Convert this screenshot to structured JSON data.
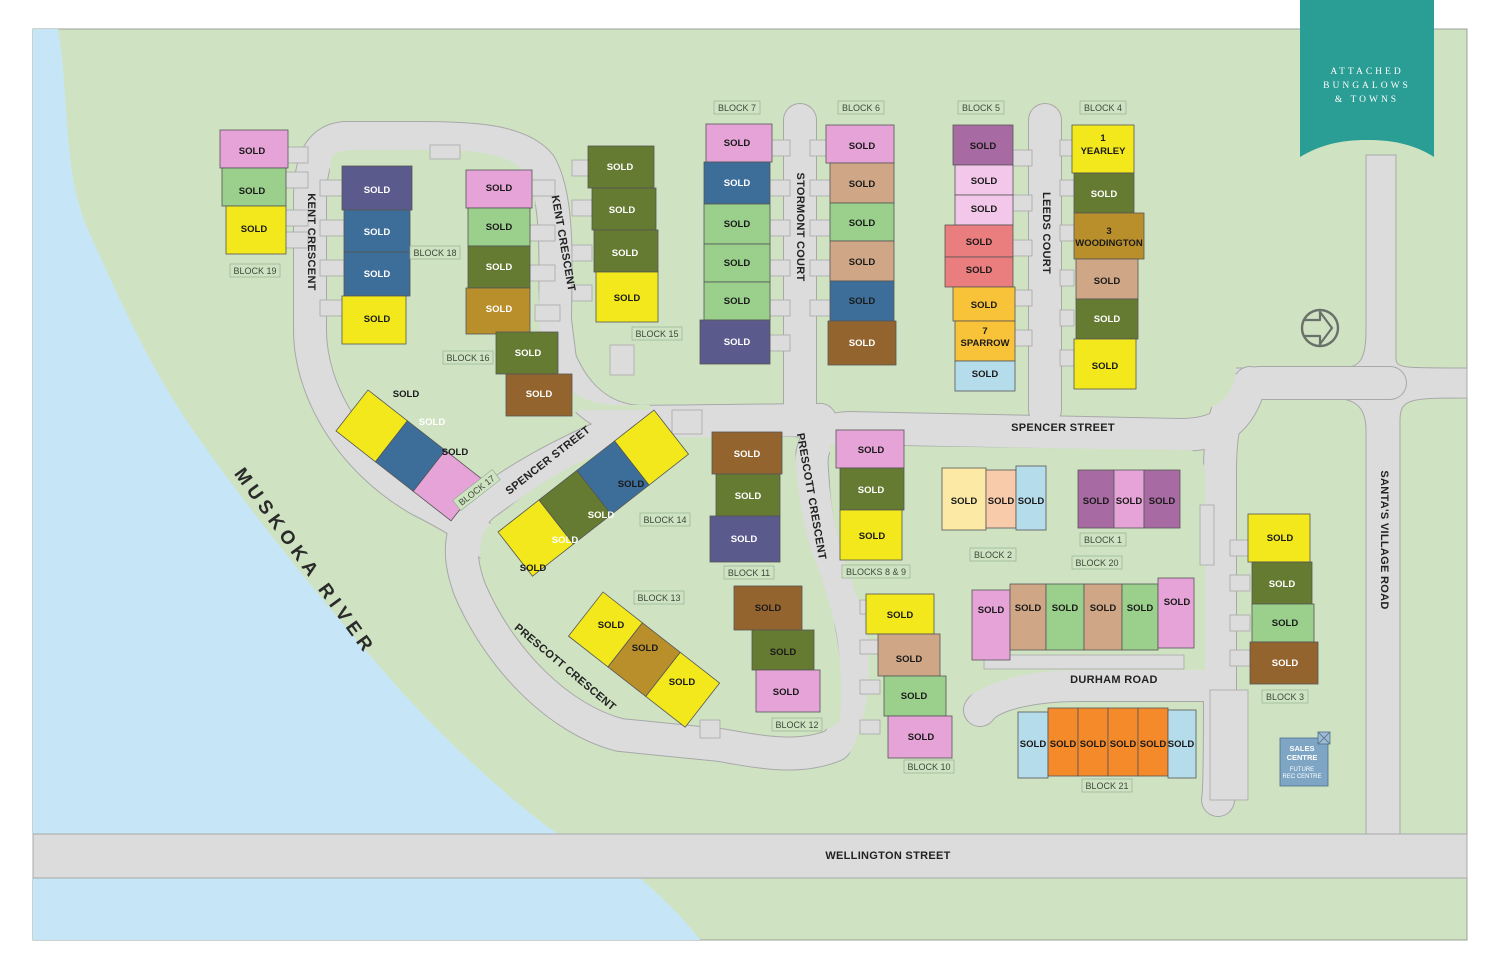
{
  "banner": {
    "line1": "ATTACHED",
    "line2": "BUNGALOWS",
    "line3": "& TOWNS"
  },
  "river": "MUSKOKA RIVER",
  "streets": {
    "wellington": "WELLINGTON STREET",
    "spencer_east": "SPENCER STREET",
    "spencer_west": "SPENCER STREET",
    "kent_west": "KENT CRESCENT",
    "kent_east": "KENT CRESCENT",
    "stormont": "STORMONT COURT",
    "leeds": "LEEDS COURT",
    "prescott_north": "PRESCOTT CRESCENT",
    "prescott_south": "PRESCOTT CRESCENT",
    "durham": "DURHAM ROAD",
    "santas": "SANTA'S VILLAGE ROAD"
  },
  "blocks": {
    "b1": "BLOCK 1",
    "b2": "BLOCK 2",
    "b3": "BLOCK 3",
    "b4": "BLOCK 4",
    "b5": "BLOCK 5",
    "b6": "BLOCK 6",
    "b7": "BLOCK 7",
    "b89": "BLOCKS 8 & 9",
    "b10": "BLOCK 10",
    "b11": "BLOCK 11",
    "b12": "BLOCK 12",
    "b13": "BLOCK 13",
    "b14": "BLOCK 14",
    "b15": "BLOCK 15",
    "b16": "BLOCK 16",
    "b17": "BLOCK 17",
    "b18": "BLOCK 18",
    "b19": "BLOCK 19",
    "b20": "BLOCK 20",
    "b21": "BLOCK 21"
  },
  "units": {
    "sold": "SOLD",
    "yearley_num": "1",
    "yearley": "YEARLEY",
    "woodington_num": "3",
    "woodington": "WOODINGTON",
    "sparrow_num": "7",
    "sparrow": "SPARROW"
  },
  "sales_centre": {
    "line1": "SALES",
    "line2": "CENTRE",
    "line3": "FUTURE",
    "line4": "REC CENTRE"
  },
  "colors": {
    "land": "#cfe3c3",
    "water": "#c6e6f7",
    "road": "#dcdcdc",
    "banner": "#2a9d94",
    "pink": "#e6a3d8",
    "green": "#9ad08c",
    "yellow": "#f2e81c",
    "navy": "#5b5a8c",
    "blue": "#3d6e9a",
    "olive": "#657b32",
    "gold": "#b98f2b",
    "brown": "#94642f",
    "tan": "#cfa786",
    "salmon": "#ea7d7d",
    "orange": "#f58a2b",
    "ltblue": "#b4dceb",
    "purple": "#a86aa2",
    "cream": "#fbe9a5",
    "peach": "#f8ccaa",
    "ltorange": "#f9c339"
  }
}
